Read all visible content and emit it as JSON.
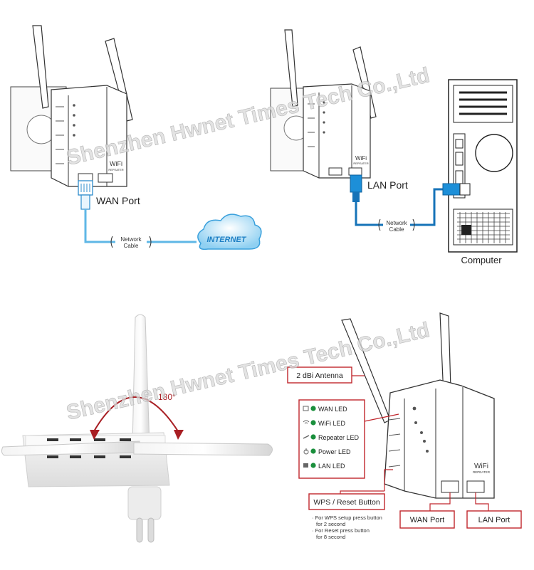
{
  "watermark": "Shenzhen Hwnet Times Tech Co.,Ltd",
  "panel1": {
    "port_label": "WAN Port",
    "cable_label_line1": "Network",
    "cable_label_line2": "Cable",
    "cloud_label": "INTERNET",
    "device_brand": "WiFi",
    "device_sub": "REPEATER"
  },
  "panel2": {
    "port_label": "LAN Port",
    "cable_label_line1": "Network",
    "cable_label_line2": "Cable",
    "computer_label": "Computer",
    "device_brand": "WiFi",
    "device_sub": "REPEATER"
  },
  "panel3": {
    "angle_label": "180°"
  },
  "panel4": {
    "antenna_label": "2 dBi Antenna",
    "leds": [
      {
        "label": "WAN LED",
        "icon": "wan-icon"
      },
      {
        "label": "WiFi LED",
        "icon": "wifi-icon"
      },
      {
        "label": "Repeater LED",
        "icon": "repeater-icon"
      },
      {
        "label": "Power LED",
        "icon": "power-icon"
      },
      {
        "label": "LAN LED",
        "icon": "lan-icon"
      }
    ],
    "wps_label": "WPS / Reset Button",
    "wps_note_1": "· For WPS setup press button",
    "wps_note_2": "for 2 second",
    "wps_note_3": "· For Reset  press button",
    "wps_note_4": "for 8 second",
    "wan_label": "WAN Port",
    "lan_label": "LAN Port",
    "device_brand": "WiFi",
    "device_sub": "REPEATER",
    "led_color": "#1a8f3c",
    "callout_color": "#c0262c"
  },
  "colors": {
    "cable_light_blue": "#5fb7e6",
    "cable_dark_blue": "#1673b8"
  }
}
